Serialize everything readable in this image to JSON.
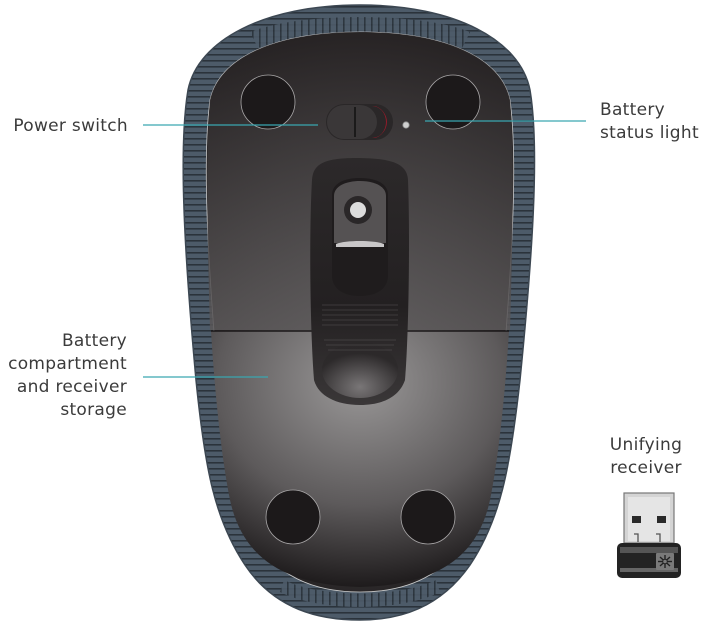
{
  "diagram": {
    "subject": "Wireless mouse underside",
    "callouts": [
      {
        "id": "power-switch",
        "lines": [
          "Power switch"
        ]
      },
      {
        "id": "battery-status-light",
        "lines": [
          "Battery",
          "status light"
        ]
      },
      {
        "id": "battery-compartment",
        "lines": [
          "Battery",
          "compartment",
          "and receiver",
          "storage"
        ]
      },
      {
        "id": "unifying-receiver",
        "lines": [
          "Unifying",
          "receiver"
        ]
      }
    ],
    "colors": {
      "leader_line": "#3aa6b0",
      "rubber_grip": "#4a5866",
      "body_dark": "#2a2728",
      "switch_red": "#9c1a2a"
    }
  }
}
